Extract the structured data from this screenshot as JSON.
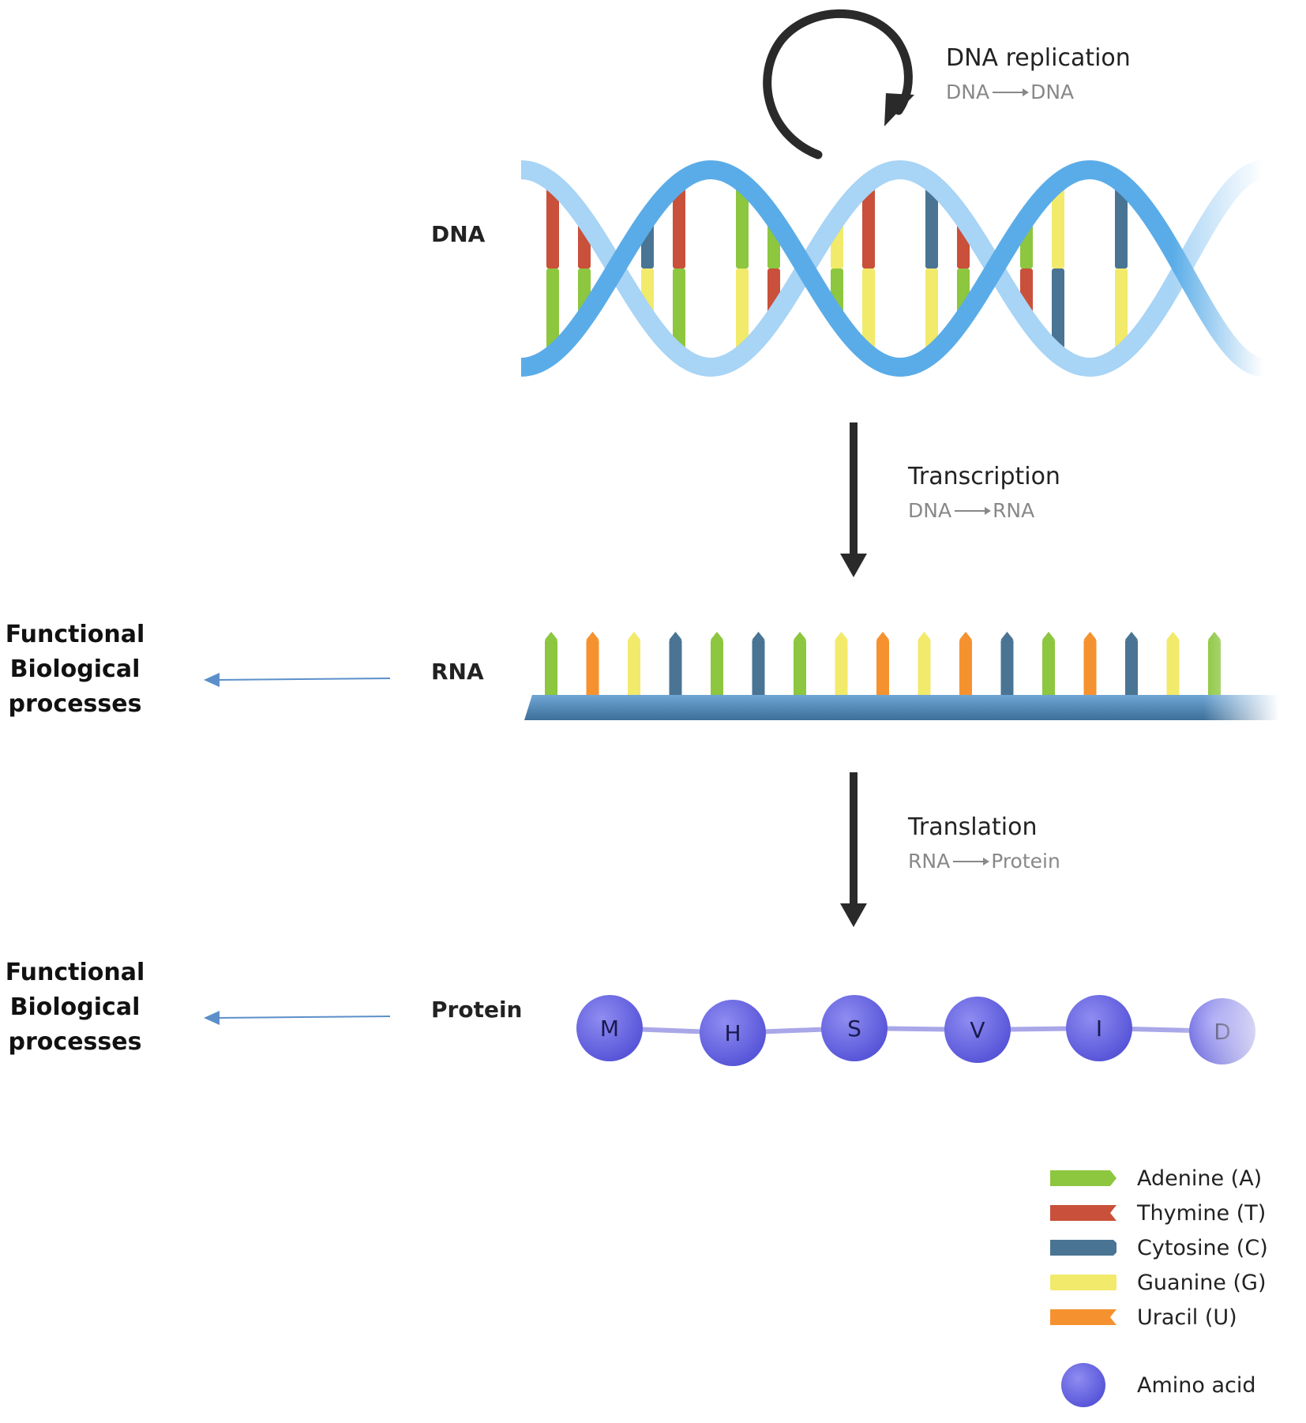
{
  "replication": {
    "title": "DNA replication",
    "from": "DNA",
    "to": "DNA"
  },
  "transcription": {
    "title": "Transcription",
    "from": "DNA",
    "to": "RNA"
  },
  "translation": {
    "title": "Translation",
    "from": "RNA",
    "to": "Protein"
  },
  "stages": {
    "dna": "DNA",
    "rna": "RNA",
    "protein": "Protein"
  },
  "functional": {
    "rna": [
      "Functional",
      "Biological",
      "processes"
    ],
    "protein": [
      "Functional",
      "Biological",
      "processes"
    ]
  },
  "amino_acids": [
    "M",
    "H",
    "S",
    "V",
    "I",
    "D"
  ],
  "legend": [
    {
      "label": "Adenine (A)",
      "color": "#8dc63f"
    },
    {
      "label": "Thymine (T)",
      "color": "#c9503a"
    },
    {
      "label": "Cytosine (C)",
      "color": "#4a7494"
    },
    {
      "label": "Guanine (G)",
      "color": "#f2ea6a"
    },
    {
      "label": "Uracil (U)",
      "color": "#f5922f"
    },
    {
      "label": "Amino acid",
      "color": "#6b68e0"
    }
  ],
  "colors": {
    "helix": "#5aace8",
    "helix_light": "#a8d4f5",
    "arrow": "#2a2a2a",
    "side_arrow": "#5b8fc9",
    "amino": "#6b68e0"
  }
}
